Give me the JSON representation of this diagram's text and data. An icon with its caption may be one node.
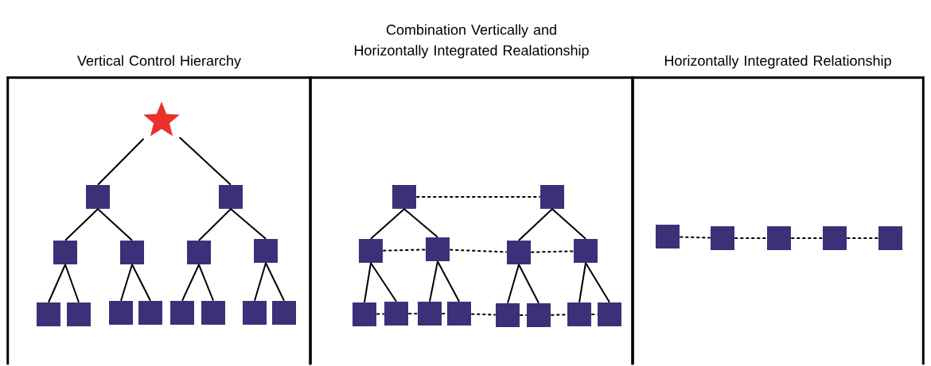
{
  "diagram": {
    "nodes": [
      {
        "text": [
          "Vertical Control Hierarchy"
        ]
      },
      {
        "text": [],
        "shape": "star",
        "in": 0
      },
      {
        "text": [],
        "shape": "box",
        "in": 0
      },
      {
        "text": [],
        "shape": "box",
        "in": 0
      },
      {
        "text": [],
        "shape": "box",
        "in": 0
      },
      {
        "text": [],
        "shape": "box",
        "in": 0
      },
      {
        "text": [],
        "shape": "box",
        "in": 0
      },
      {
        "text": [],
        "shape": "box",
        "in": 0
      },
      {
        "text": [],
        "shape": "box",
        "in": 0
      },
      {
        "text": [],
        "shape": "box",
        "in": 0
      },
      {
        "text": [],
        "shape": "box",
        "in": 0
      },
      {
        "text": [],
        "shape": "box",
        "in": 0
      },
      {
        "text": [],
        "shape": "box",
        "in": 0
      },
      {
        "text": [],
        "shape": "box",
        "in": 0
      },
      {
        "text": [],
        "shape": "box",
        "in": 0
      },
      {
        "text": [],
        "shape": "box",
        "in": 0
      },
      {
        "text": [
          "Combination Vertically and Horizontally Integrated Realationship"
        ]
      },
      {
        "text": [],
        "shape": "box",
        "in": 16
      },
      {
        "text": [],
        "shape": "box",
        "in": 16
      },
      {
        "text": [],
        "shape": "box",
        "in": 16
      },
      {
        "text": [],
        "shape": "box",
        "in": 16
      },
      {
        "text": [],
        "shape": "box",
        "in": 16
      },
      {
        "text": [],
        "shape": "box",
        "in": 16
      },
      {
        "text": [],
        "shape": "box",
        "in": 16
      },
      {
        "text": [],
        "shape": "box",
        "in": 16
      },
      {
        "text": [],
        "shape": "box",
        "in": 16
      },
      {
        "text": [],
        "shape": "box",
        "in": 16
      },
      {
        "text": [],
        "shape": "box",
        "in": 16
      },
      {
        "text": [],
        "shape": "box",
        "in": 16
      },
      {
        "text": [],
        "shape": "box",
        "in": 16
      },
      {
        "text": [],
        "shape": "box",
        "in": 16
      },
      {
        "text": [
          "Horizontally Integrated Relationship"
        ]
      },
      {
        "text": [],
        "shape": "box",
        "in": 31
      },
      {
        "text": [],
        "shape": "box",
        "in": 31
      },
      {
        "text": [],
        "shape": "box",
        "in": 31
      },
      {
        "text": [],
        "shape": "box",
        "in": 31
      },
      {
        "text": [],
        "shape": "box",
        "in": 31
      }
    ],
    "edges": [
      {
        "from": 1,
        "to": 2,
        "arrow": "none"
      },
      {
        "from": 1,
        "to": 3,
        "arrow": "none"
      },
      {
        "from": 2,
        "to": 4,
        "arrow": "none"
      },
      {
        "from": 2,
        "to": 5,
        "arrow": "none"
      },
      {
        "from": 3,
        "to": 6,
        "arrow": "none"
      },
      {
        "from": 3,
        "to": 7,
        "arrow": "none"
      },
      {
        "from": 4,
        "to": 8,
        "arrow": "none"
      },
      {
        "from": 4,
        "to": 9,
        "arrow": "none"
      },
      {
        "from": 5,
        "to": 10,
        "arrow": "none"
      },
      {
        "from": 5,
        "to": 11,
        "arrow": "none"
      },
      {
        "from": 6,
        "to": 12,
        "arrow": "none"
      },
      {
        "from": 6,
        "to": 13,
        "arrow": "none"
      },
      {
        "from": 7,
        "to": 14,
        "arrow": "none"
      },
      {
        "from": 7,
        "to": 15,
        "arrow": "none"
      },
      {
        "from": 17,
        "to": 18,
        "arrow": "none",
        "style": "dashed"
      },
      {
        "from": 17,
        "to": 19,
        "arrow": "none"
      },
      {
        "from": 17,
        "to": 20,
        "arrow": "none"
      },
      {
        "from": 18,
        "to": 21,
        "arrow": "none"
      },
      {
        "from": 18,
        "to": 22,
        "arrow": "none"
      },
      {
        "from": 19,
        "to": 20,
        "arrow": "none",
        "style": "dashed"
      },
      {
        "from": 20,
        "to": 21,
        "arrow": "none",
        "style": "dashed"
      },
      {
        "from": 21,
        "to": 22,
        "arrow": "none",
        "style": "dashed"
      },
      {
        "from": 19,
        "to": 23,
        "arrow": "none"
      },
      {
        "from": 19,
        "to": 24,
        "arrow": "none"
      },
      {
        "from": 20,
        "to": 25,
        "arrow": "none"
      },
      {
        "from": 20,
        "to": 26,
        "arrow": "none"
      },
      {
        "from": 21,
        "to": 27,
        "arrow": "none"
      },
      {
        "from": 21,
        "to": 28,
        "arrow": "none"
      },
      {
        "from": 22,
        "to": 29,
        "arrow": "none"
      },
      {
        "from": 22,
        "to": 30,
        "arrow": "none"
      },
      {
        "from": 23,
        "to": 24,
        "arrow": "none",
        "style": "dashed"
      },
      {
        "from": 24,
        "to": 25,
        "arrow": "none",
        "style": "dashed"
      },
      {
        "from": 25,
        "to": 26,
        "arrow": "none",
        "style": "dashed"
      },
      {
        "from": 26,
        "to": 27,
        "arrow": "none",
        "style": "dashed"
      },
      {
        "from": 27,
        "to": 28,
        "arrow": "none",
        "style": "dashed"
      },
      {
        "from": 28,
        "to": 29,
        "arrow": "none",
        "style": "dashed"
      },
      {
        "from": 29,
        "to": 30,
        "arrow": "none",
        "style": "dashed"
      },
      {
        "from": 32,
        "to": 33,
        "arrow": "none",
        "style": "dashed"
      },
      {
        "from": 33,
        "to": 34,
        "arrow": "none",
        "style": "dashed"
      },
      {
        "from": 34,
        "to": 35,
        "arrow": "none",
        "style": "dashed"
      },
      {
        "from": 35,
        "to": 36,
        "arrow": "none",
        "style": "dashed"
      }
    ]
  }
}
